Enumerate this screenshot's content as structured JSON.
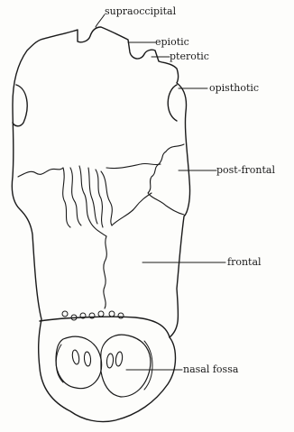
{
  "labels": {
    "supraoccipital": "supraoccipital",
    "epiotic": "epiotic",
    "pterotic": "pterotic",
    "opisthotic": "opisthotic",
    "post_frontal": "post-frontal",
    "frontal": "frontal",
    "nasal_fossa": "nasal fossa"
  },
  "colors": {
    "ink": "#1a1a1a",
    "paper": "#fdfdfb"
  }
}
